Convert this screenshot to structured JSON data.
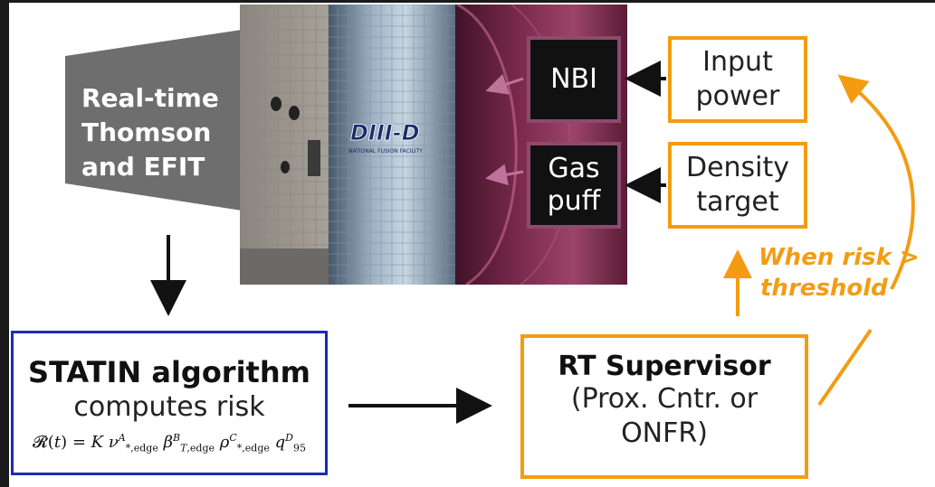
{
  "diagnostic": {
    "label_lines": [
      "Real-time",
      "Thomson",
      "and EFIT"
    ]
  },
  "photo": {
    "logo_text": "DIII-D",
    "logo_sub": "NATIONAL FUSION FACILITY"
  },
  "actuators": [
    {
      "lines": [
        "NBI"
      ]
    },
    {
      "lines": [
        "Gas",
        "puff"
      ]
    }
  ],
  "targets": [
    {
      "lines": [
        "Input",
        "power"
      ]
    },
    {
      "lines": [
        "Density",
        "target"
      ]
    }
  ],
  "trigger": {
    "lines": [
      "When risk >",
      "threshold"
    ]
  },
  "statin": {
    "title": "STATIN algorithm",
    "subtitle": "computes risk"
  },
  "supervisor": {
    "title": "RT Supervisor",
    "lines": [
      "(Prox. Cntr. or",
      "ONFR)"
    ]
  },
  "colors": {
    "orange": "#f39c12",
    "blue": "#1c2bb3",
    "black": "#111111",
    "gray": "#6e6e6e",
    "magenta_border": "#8e4a6e"
  }
}
